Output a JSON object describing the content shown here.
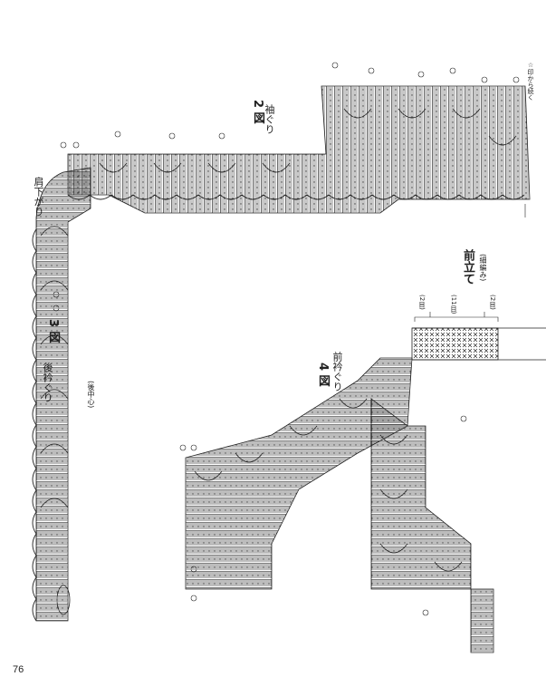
{
  "page_number": "76",
  "fig3": {
    "number": "3 図",
    "title": "後衿ぐり",
    "center_note": "(後中心)",
    "shoulder": "肩下がり"
  },
  "fig2": {
    "number": "2 図",
    "title": "袖ぐり",
    "start_note": "☆印から続く"
  },
  "fig4": {
    "number": "4 図",
    "title": "前衿ぐり"
  },
  "band": {
    "title": "前立て",
    "subtitle": "(細編み)",
    "seg_a": "(2目)",
    "seg_b": "(11目)",
    "seg_c": "(2目)"
  },
  "colors": {
    "ink": "#222222",
    "paper": "#ffffff"
  }
}
